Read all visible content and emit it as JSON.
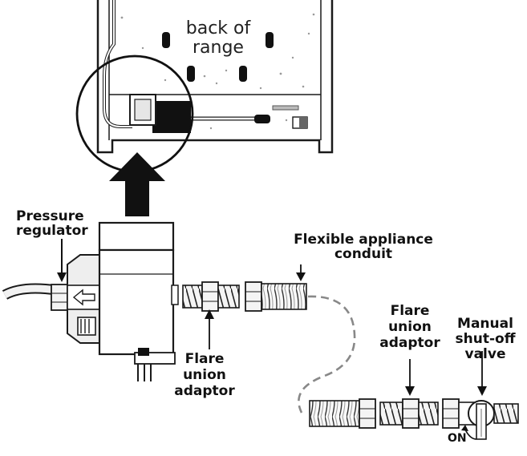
{
  "labels": {
    "range_line1": "back of",
    "range_line2": "range",
    "pressure_regulator_line1": "Pressure",
    "pressure_regulator_line2": "regulator",
    "conduit_line1": "Flexible appliance",
    "conduit_line2": "conduit",
    "flare_left_line1": "Flare",
    "flare_left_line2": "union",
    "flare_left_line3": "adaptor",
    "flare_right_line1": "Flare",
    "flare_right_line2": "union",
    "flare_right_line3": "adaptor",
    "valve_line1": "Manual",
    "valve_line2": "shut-off",
    "valve_line3": "valve",
    "on_label": "ON"
  },
  "colors": {
    "stroke": "#1a1a1a",
    "fill_light": "#f4f4f4",
    "fill_mid": "#d9d9d9",
    "fill_dark": "#111111",
    "dash": "#888888"
  }
}
